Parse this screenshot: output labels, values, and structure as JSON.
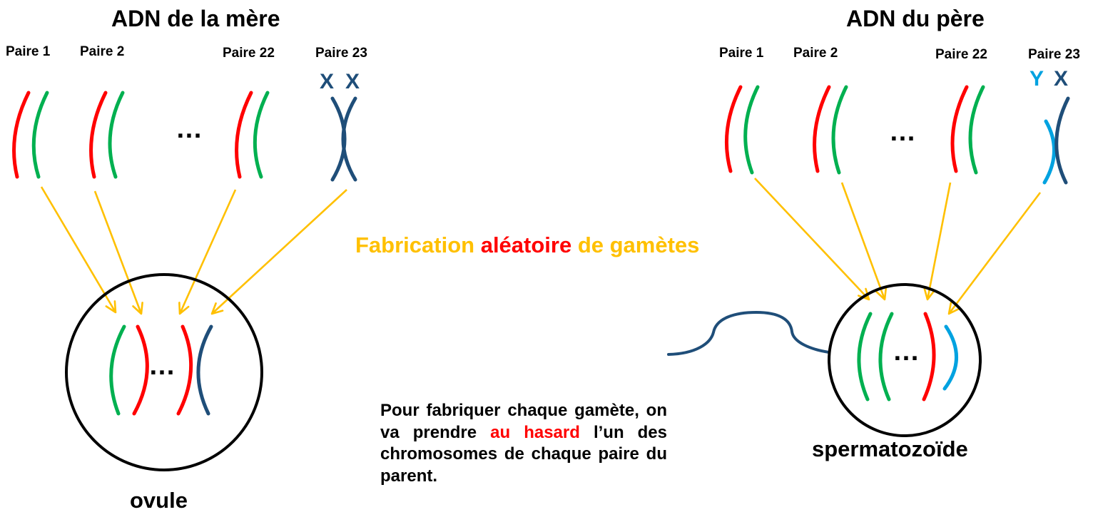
{
  "mother": {
    "title": "ADN  de la mère",
    "pairs": [
      "Paire 1",
      "Paire 2",
      "Paire 22",
      "Paire 23"
    ],
    "sex_letters": [
      "X",
      "X"
    ],
    "ellipsis": "…",
    "gamete_label": "ovule",
    "gamete_ellipsis": "…"
  },
  "father": {
    "title": "ADN du père",
    "pairs": [
      "Paire 1",
      "Paire 2",
      "Paire 22",
      "Paire 23"
    ],
    "sex_letters": [
      "Y",
      "X"
    ],
    "ellipsis": "…",
    "gamete_label": "spermatozoïde",
    "gamete_ellipsis": "…"
  },
  "headline": {
    "part1": "Fabrication ",
    "part2": "aléatoire",
    "part3": " de gamètes"
  },
  "explanation": {
    "part1": "Pour fabriquer chaque gamète, on va prendre ",
    "highlight": "au hasard",
    "part2": " l’un des chromosomes de chaque paire du parent."
  },
  "colors": {
    "red": "#ff0000",
    "green": "#00b050",
    "navy": "#1f4e79",
    "light_blue": "#00a2e0",
    "arrow_yellow": "#ffc000",
    "text": "#000000"
  }
}
